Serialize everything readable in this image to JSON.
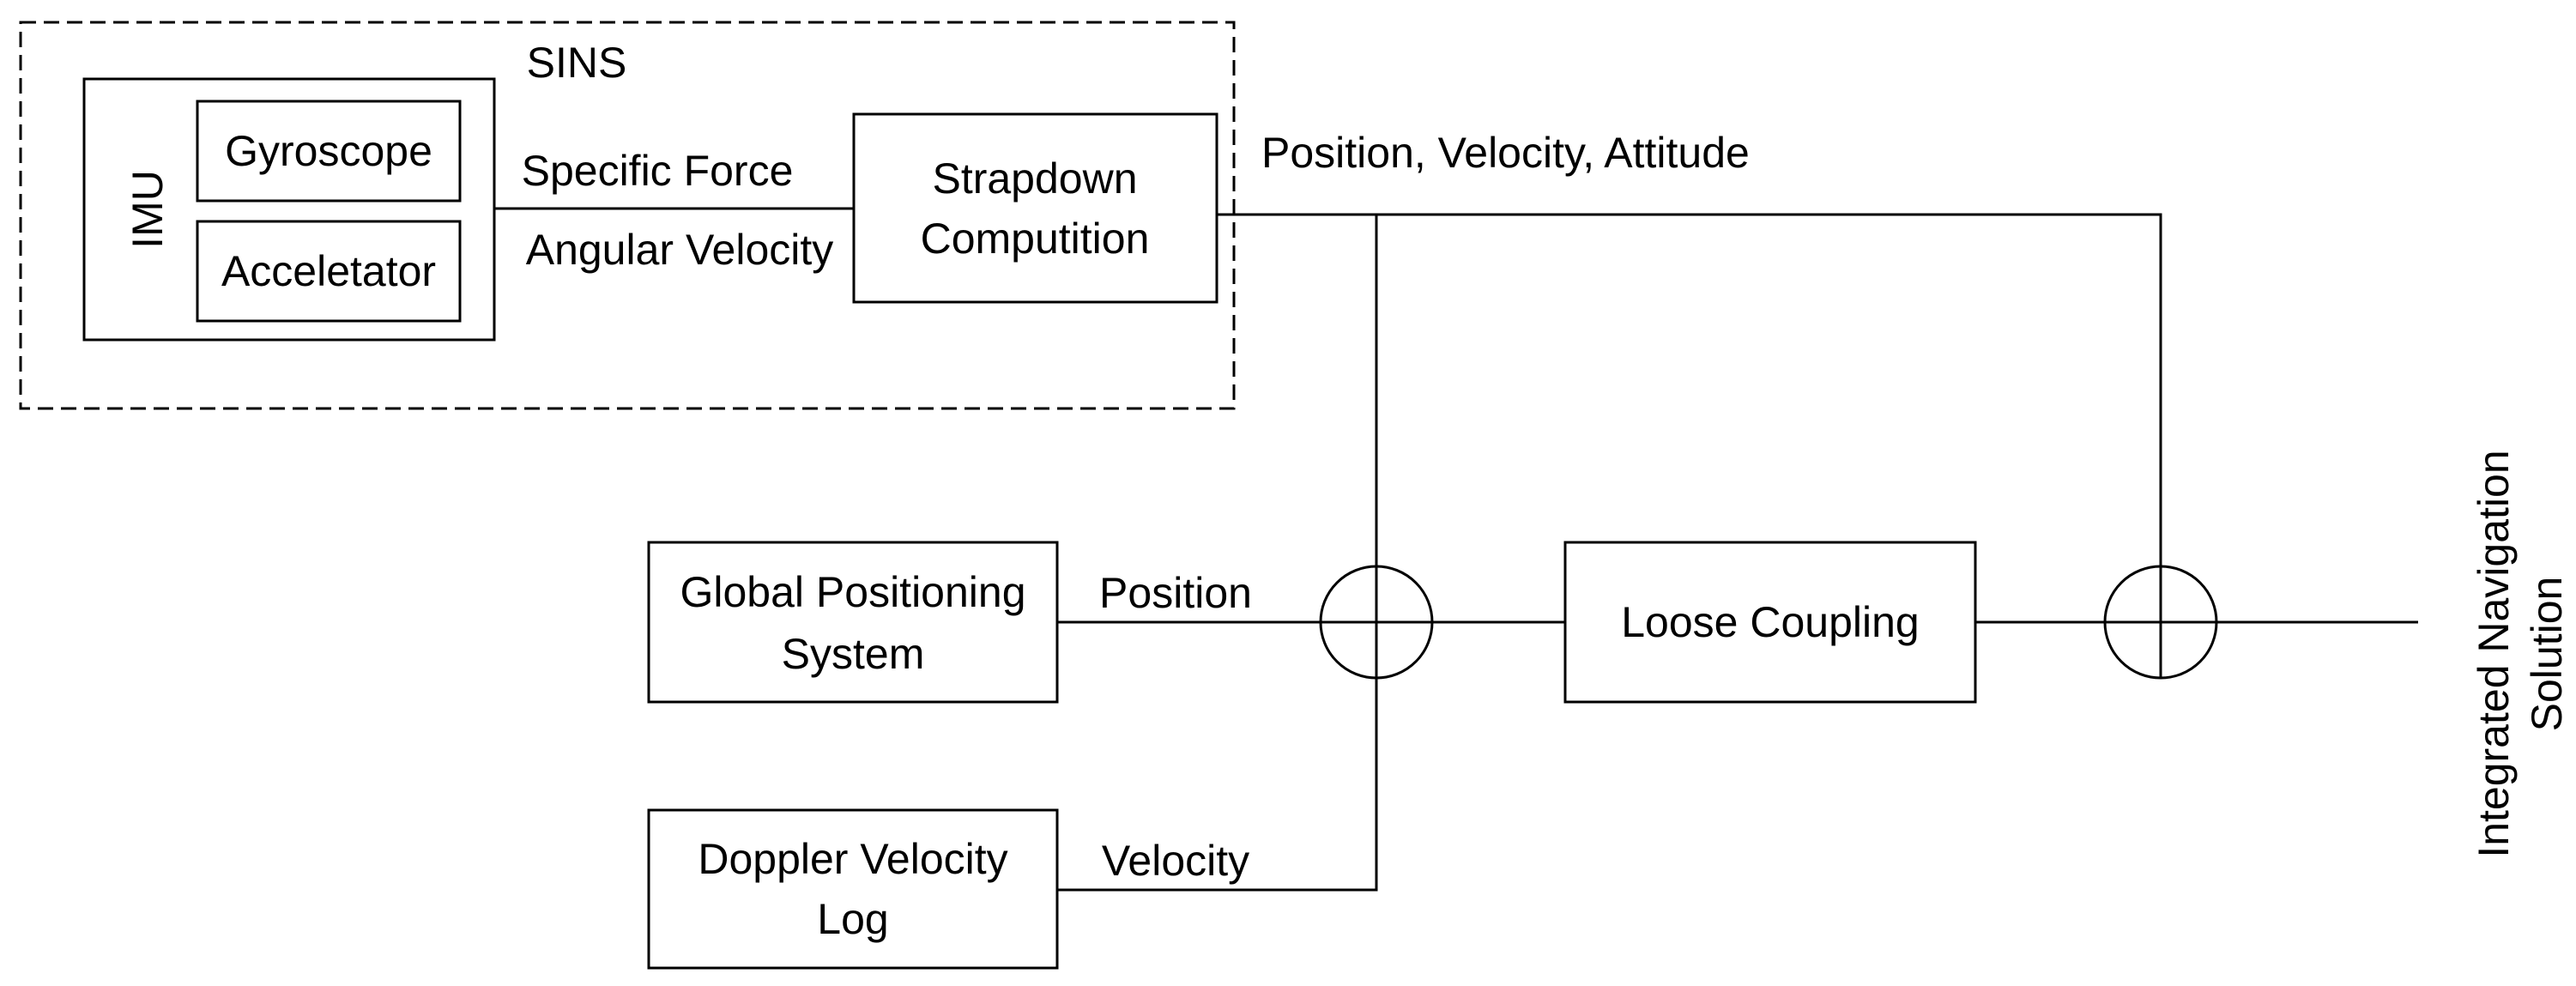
{
  "sins": {
    "title": "SINS"
  },
  "imu": {
    "label": "IMU",
    "gyroscope": "Gyroscope",
    "accelerometer": "Acceletator"
  },
  "signals": {
    "specific_force": "Specific Force",
    "angular_velocity": "Angular Velocity",
    "pva": "Position, Velocity, Attitude",
    "position": "Position",
    "velocity": "Velocity"
  },
  "strapdown": {
    "line1": "Strapdown",
    "line2": "Computition"
  },
  "gps": {
    "line1": "Global Positioning",
    "line2": "System"
  },
  "dvl": {
    "line1": "Doppler Velocity",
    "line2": "Log"
  },
  "loose": {
    "label": "Loose Coupling"
  },
  "output": {
    "line1": "Integrated Navigation",
    "line2": "Solution"
  }
}
